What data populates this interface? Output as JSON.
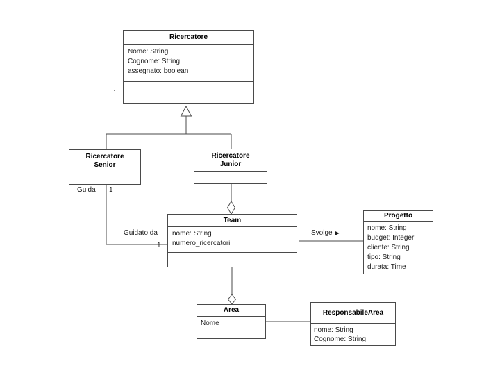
{
  "diagram": {
    "kind": "uml-class-diagram",
    "background_color": "#ffffff",
    "line_color": "#4a4a4a",
    "text_color": "#1c1c1c"
  },
  "classes": {
    "ricercatore": {
      "name": "Ricercatore",
      "attributes": [
        "Nome: String",
        "Cognome: String",
        "assegnato: boolean"
      ]
    },
    "ricercatore_senior": {
      "name": "Ricercatore Senior",
      "attributes": []
    },
    "ricercatore_junior": {
      "name": "Ricercatore Junior",
      "attributes": []
    },
    "team": {
      "name": "Team",
      "attributes": [
        "nome: String",
        "numero_ricercatori"
      ]
    },
    "progetto": {
      "name": "Progetto",
      "attributes": [
        "nome: String",
        "budget: Integer",
        "cliente: String",
        "tipo: String",
        "durata: Time"
      ]
    },
    "area": {
      "name": "Area",
      "attributes": [
        "Nome"
      ]
    },
    "responsabile_area": {
      "name": "ResponsabileArea",
      "attributes": [
        "nome: String",
        "Cognome: String"
      ]
    }
  },
  "relationships": {
    "guida": {
      "label": "Guida",
      "multiplicity_senior_end": "1"
    },
    "guidato_da": {
      "label": "Guidato da",
      "multiplicity_team_end": "1"
    },
    "svolge": {
      "label": "Svolge",
      "direction_arrow": "▶"
    }
  }
}
